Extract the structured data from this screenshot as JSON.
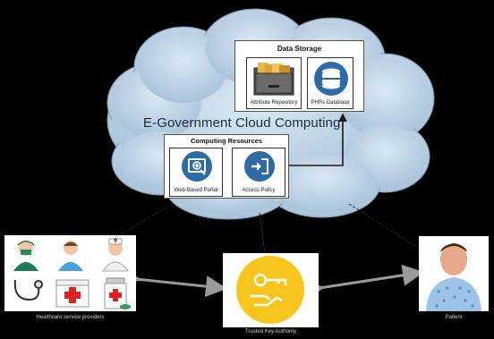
{
  "cloud": {
    "title": "E-Government Cloud Computing"
  },
  "data_storage": {
    "title": "Data Storage",
    "items": [
      {
        "label": "Attribute Repository",
        "icon": "file-cabinet-icon"
      },
      {
        "label": "PHRs Database",
        "icon": "database-icon"
      }
    ]
  },
  "computing_resources": {
    "title": "Computing Resources",
    "items": [
      {
        "label": "Web-Based Portal",
        "icon": "portal-icon"
      },
      {
        "label": "Access Policy",
        "icon": "sign-in-icon"
      }
    ]
  },
  "healthcare": {
    "label": "Healthcare service providers"
  },
  "trusted_authority": {
    "label": "Trusted Key Authority",
    "icon": "key-icon",
    "color": "#f7c51e"
  },
  "patient": {
    "label": "Patient",
    "icon": "patient-icon"
  },
  "colors": {
    "background": "#000000",
    "cloud": "#c9dbea",
    "icon_blue": "#2f6aa3",
    "arrow": "#8a8a8a"
  }
}
